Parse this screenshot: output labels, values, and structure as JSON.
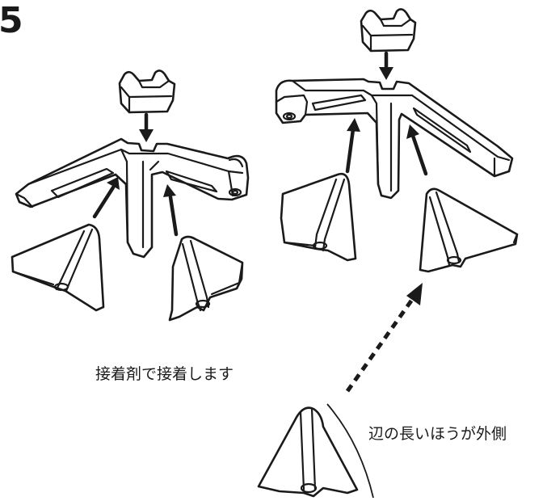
{
  "step_number": "5",
  "captions": {
    "glue": "接着剤で接着します",
    "outer_side": "辺の長いほうが外側"
  }
}
